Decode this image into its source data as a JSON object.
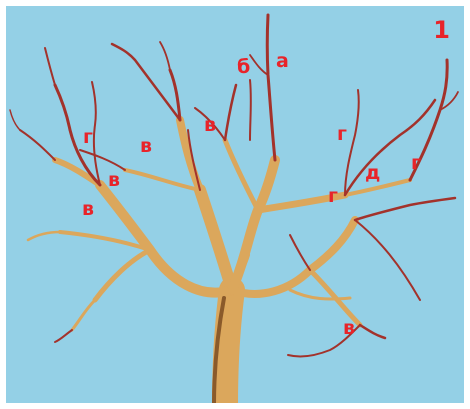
{
  "figure_number": "1",
  "labels": {
    "a": "а",
    "b": "б",
    "v_left_low": "в",
    "v_left_mid": "в",
    "v_center_left": "в",
    "v_center": "в",
    "v_bottom_right": "в",
    "g_left": "г",
    "g_right_top": "г",
    "g_right_mid": "г",
    "g_right": "г",
    "d_right": "д"
  },
  "colors": {
    "sky": "#94d0e6",
    "old_wood": "#e3b56a",
    "young_wood": "#a3322b",
    "label": "#e8242a"
  }
}
